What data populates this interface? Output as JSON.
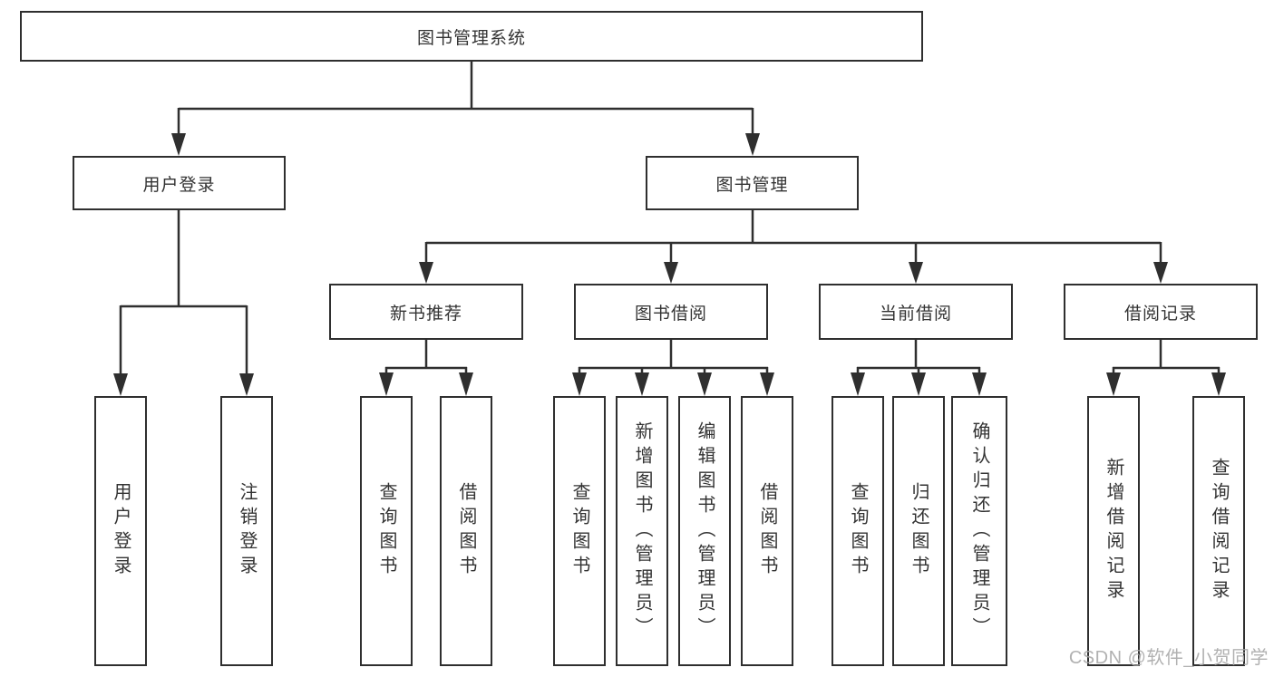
{
  "tree": {
    "label": "图书管理系统",
    "children": [
      {
        "label": "用户登录",
        "children": [
          {
            "label": "用户登录"
          },
          {
            "label": "注销登录"
          }
        ]
      },
      {
        "label": "图书管理",
        "children": [
          {
            "label": "新书推荐",
            "children": [
              {
                "label": "查询图书"
              },
              {
                "label": "借阅图书"
              }
            ]
          },
          {
            "label": "图书借阅",
            "children": [
              {
                "label": "查询图书"
              },
              {
                "label": "新增图书（管理员）"
              },
              {
                "label": "编辑图书（管理员）"
              },
              {
                "label": "借阅图书"
              }
            ]
          },
          {
            "label": "当前借阅",
            "children": [
              {
                "label": "查询图书"
              },
              {
                "label": "归还图书"
              },
              {
                "label": "确认归还（管理员）"
              }
            ]
          },
          {
            "label": "借阅记录",
            "children": [
              {
                "label": "新增借阅记录"
              },
              {
                "label": "查询借阅记录"
              }
            ]
          }
        ]
      }
    ]
  },
  "watermark": "CSDN @软件_小贺同学",
  "colors": {
    "line": "#2f2f2f",
    "box_border": "#2f2f2f",
    "text": "#333333",
    "watermark": "#a8a8a8",
    "background": "#ffffff"
  }
}
